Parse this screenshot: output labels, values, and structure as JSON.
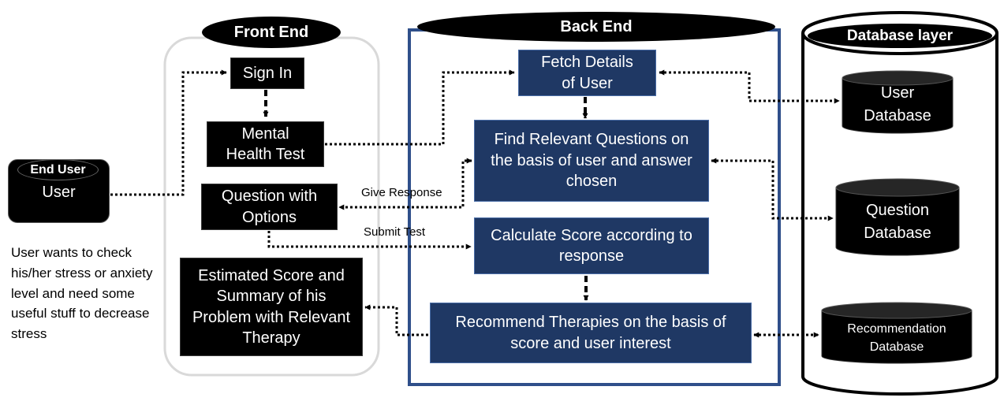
{
  "end_user": {
    "title": "End User",
    "label": "User"
  },
  "user_note": "User wants to check his/her stress or anxiety level and need some useful stuff to decrease stress",
  "front_end": {
    "title": "Front End",
    "sign_in": "Sign In",
    "mental_health_test": "Mental Health Test",
    "question_with_options": "Question with Options",
    "estimated_score": "Estimated Score and Summary of his Problem with Relevant Therapy"
  },
  "back_end": {
    "title": "Back End",
    "fetch_details": "Fetch Details of User",
    "find_questions": "Find Relevant Questions on the basis of user and answer chosen",
    "calculate_score": "Calculate Score according to response",
    "recommend_therapies": "Recommend Therapies on the basis of score and user interest"
  },
  "database_layer": {
    "title": "Database layer",
    "user_db": "User Database",
    "question_db": "Question Database",
    "recommendation_db": "Recommendation Database"
  },
  "edge_labels": {
    "give_response": "Give Response",
    "submit_test": "Submit Test"
  },
  "colors": {
    "box_dark": "#000000",
    "box_blue": "#1f3864",
    "border_blue": "#2f4f8a"
  }
}
